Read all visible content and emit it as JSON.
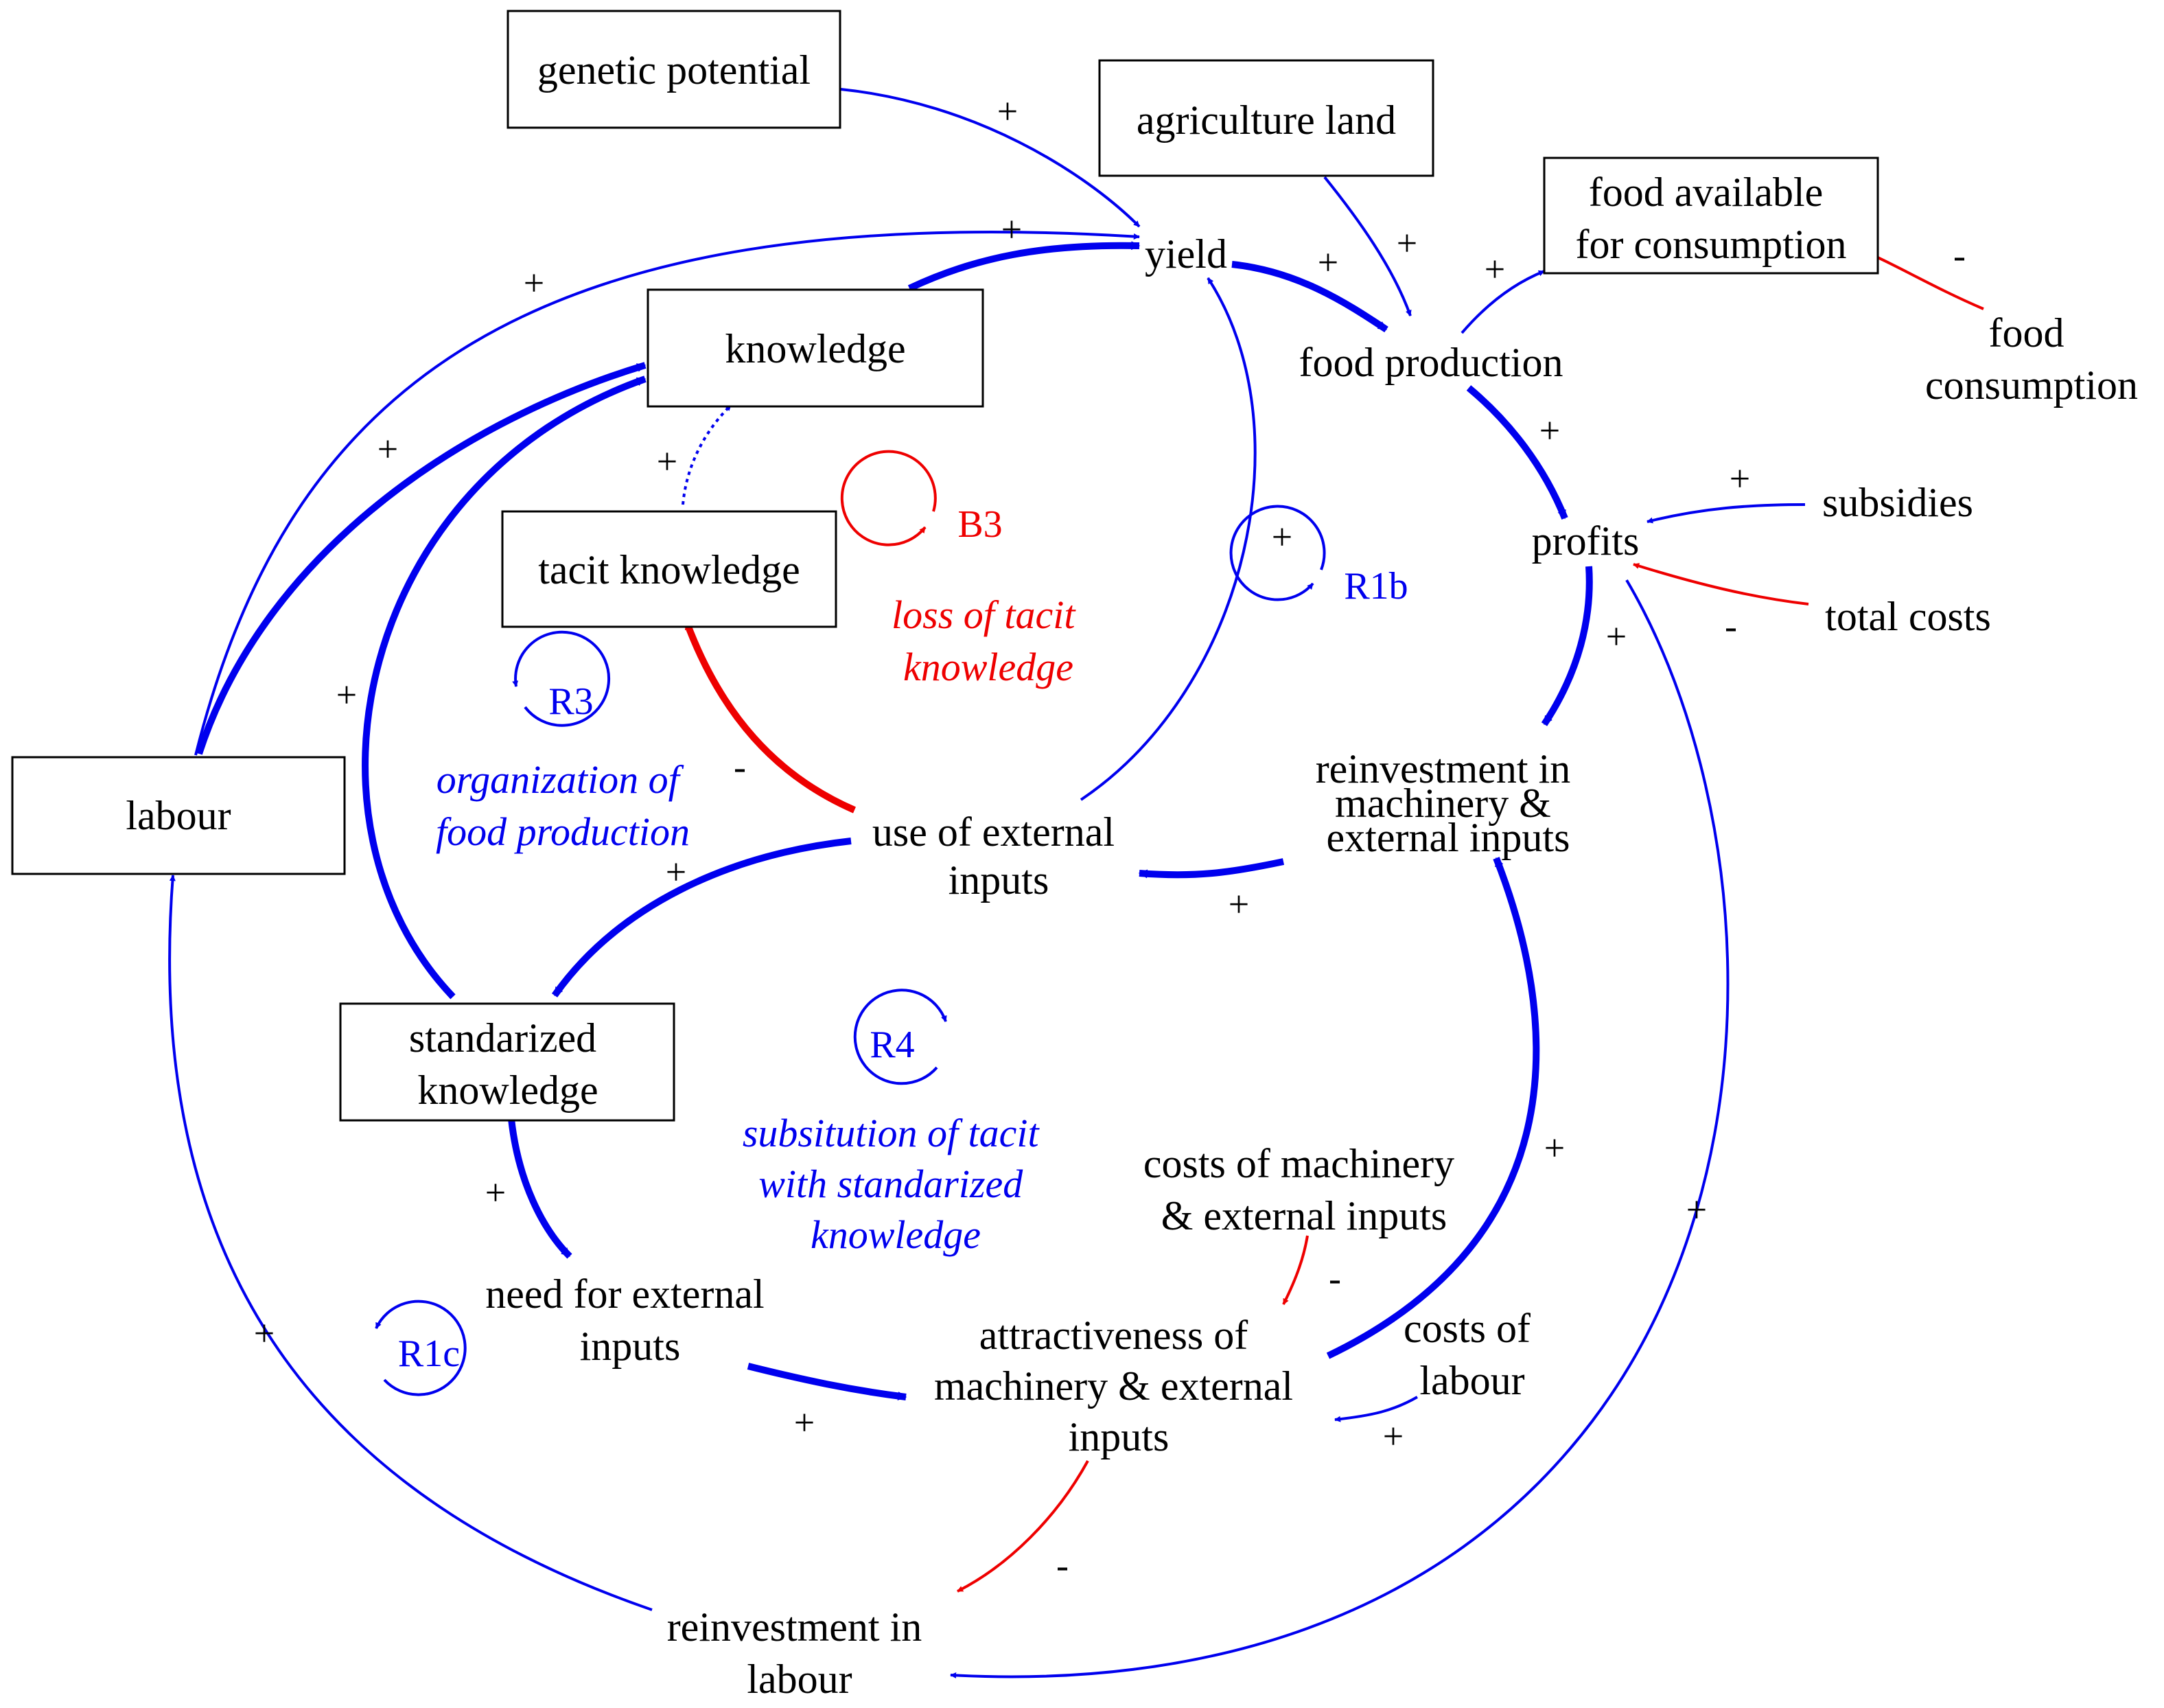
{
  "colors": {
    "positive": "#0000ee",
    "negative": "#ee0000",
    "text": "#000000"
  },
  "variables": {
    "genetic_potential": [
      "genetic potential"
    ],
    "agriculture_land": [
      "agriculture land"
    ],
    "yield": [
      "yield"
    ],
    "food_available": [
      "food available",
      "for consumption"
    ],
    "food_consumption": [
      "food",
      "consumption"
    ],
    "knowledge": [
      "knowledge"
    ],
    "food_production": [
      "food production"
    ],
    "profits": [
      "profits"
    ],
    "subsidies": [
      "subsidies"
    ],
    "total_costs": [
      "total costs"
    ],
    "tacit_knowledge": [
      "tacit knowledge"
    ],
    "labour": [
      "labour"
    ],
    "reinvestment_machinery": [
      "reinvestment in",
      "machinery &",
      "external inputs"
    ],
    "use_external_inputs": [
      "use of external",
      "inputs"
    ],
    "standardized_knowledge": [
      "standarized",
      "knowledge"
    ],
    "costs_machinery": [
      "costs of machinery",
      "& external inputs"
    ],
    "need_external_inputs": [
      "need for external",
      "inputs"
    ],
    "attractiveness": [
      "attractiveness of",
      "machinery & external",
      "inputs"
    ],
    "costs_labour": [
      "costs of",
      "labour"
    ],
    "reinvestment_labour": [
      "reinvestment in",
      "labour"
    ]
  },
  "polarity": {
    "plus": "+",
    "minus": "-"
  },
  "loops": {
    "B3": {
      "id": "B3",
      "name": [
        "loss of tacit",
        "knowledge"
      ]
    },
    "R1b": {
      "id": "R1b",
      "name": []
    },
    "R3": {
      "id": "R3",
      "name": [
        "organization of",
        "food production"
      ]
    },
    "R4": {
      "id": "R4",
      "name": [
        "subsitution of tacit",
        "with standarized",
        "knowledge"
      ]
    },
    "R1c": {
      "id": "R1c",
      "name": []
    }
  }
}
